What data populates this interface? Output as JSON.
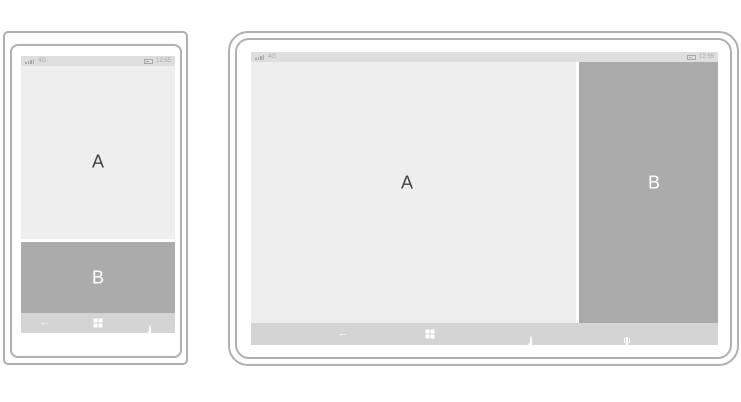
{
  "phone": {
    "status": {
      "network": "4G",
      "time": "12:55"
    },
    "pane_a_label": "A",
    "pane_b_label": "B",
    "nav_icons": [
      "back-arrow-icon",
      "windows-logo-icon",
      "search-icon"
    ]
  },
  "tablet": {
    "status": {
      "network": "4G",
      "time": "12:55"
    },
    "pane_a_label": "A",
    "pane_b_label": "B",
    "nav_icons": [
      "back-arrow-icon",
      "windows-logo-icon",
      "search-icon",
      "task-view-icon"
    ]
  },
  "colors": {
    "frame": "#b0b0b0",
    "pane_a": "#eeeeee",
    "pane_b": "#ababab",
    "status_bar": "#dedede",
    "nav_bar": "#d4d4d4"
  }
}
